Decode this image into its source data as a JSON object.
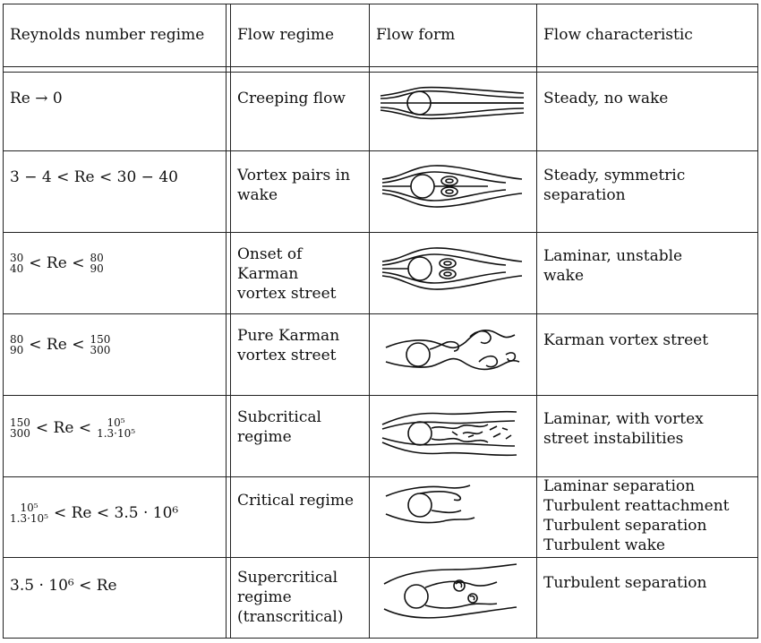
{
  "headers": {
    "col1": "Reynolds number regime",
    "col2": "Flow regime",
    "col3": "Flow form",
    "col4": "Flow characteristic"
  },
  "rows": [
    {
      "re": {
        "pre": "Re → 0"
      },
      "regime": [
        "Creeping flow"
      ],
      "form_icon": "creeping-flow-diagram",
      "characteristic": [
        "Steady, no wake"
      ]
    },
    {
      "re": {
        "pre": "3 − 4 < Re < 30 − 40"
      },
      "regime": [
        "Vortex pairs in",
        "wake"
      ],
      "form_icon": "vortex-pairs-diagram",
      "characteristic": [
        "Steady, symmetric",
        "separation"
      ]
    },
    {
      "re": {
        "fracA_top": "30",
        "fracA_bot": "40",
        "mid": "< Re <",
        "fracB_top": "80",
        "fracB_bot": "90"
      },
      "regime": [
        "Onset of",
        "Karman",
        "vortex street"
      ],
      "form_icon": "onset-karman-diagram",
      "characteristic": [
        "Laminar, unstable",
        "wake"
      ]
    },
    {
      "re": {
        "fracA_top": "80",
        "fracA_bot": "90",
        "mid": "< Re <",
        "fracB_top": "150",
        "fracB_bot": "300"
      },
      "regime": [
        "Pure Karman",
        "vortex street"
      ],
      "form_icon": "karman-street-diagram",
      "characteristic": [
        "Karman vortex street"
      ]
    },
    {
      "re": {
        "fracA_top": "150",
        "fracA_bot": "300",
        "mid": "< Re <",
        "fracB_top": "10⁵",
        "fracB_bot": "1.3·10⁵"
      },
      "regime": [
        "Subcritical",
        "regime"
      ],
      "form_icon": "subcritical-diagram",
      "characteristic": [
        "Laminar, with vortex",
        "street instabilities"
      ]
    },
    {
      "re": {
        "fracA_top": "10⁵",
        "fracA_bot": "1.3·10⁵",
        "mid": "< Re < 3.5 · 10⁶"
      },
      "regime": [
        "Critical regime"
      ],
      "form_icon": "critical-diagram",
      "characteristic": [
        "Laminar separation",
        "Turbulent reattachment",
        "Turbulent separation",
        "Turbulent wake"
      ]
    },
    {
      "re": {
        "pre": "3.5 · 10⁶ < Re"
      },
      "regime": [
        "Supercritical",
        "regime",
        "(transcritical)"
      ],
      "form_icon": "supercritical-diagram",
      "characteristic": [
        "Turbulent separation"
      ]
    }
  ]
}
